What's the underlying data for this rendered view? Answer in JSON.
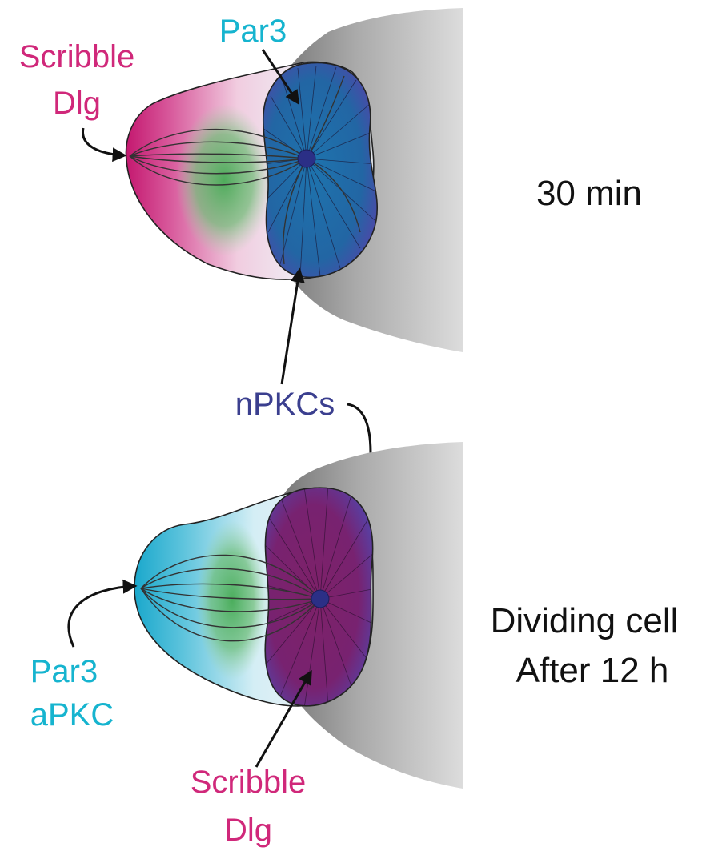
{
  "colors": {
    "scribble": "#d0287a",
    "par3": "#16b4cf",
    "npkc": "#3b3f8f",
    "black": "#111111",
    "green": "#3aa64a",
    "blue_cortex": "#1f6fa8",
    "purple_cortex": "#7a2370",
    "tissue": "#b9b9b9"
  },
  "top_panel": {
    "scribble_line1": "Scribble",
    "scribble_line2": "Dlg",
    "par3": "Par3",
    "time": "30 min"
  },
  "middle": {
    "npkc": "nPKCs"
  },
  "bottom_panel": {
    "par3_line1": "Par3",
    "par3_line2": "aPKC",
    "scribble_line1": "Scribble",
    "scribble_line2": "Dlg",
    "time_line1": "Dividing cell",
    "time_line2": "After 12 h"
  },
  "icons": [
    "arrow-icon",
    "centrosome-icon"
  ]
}
